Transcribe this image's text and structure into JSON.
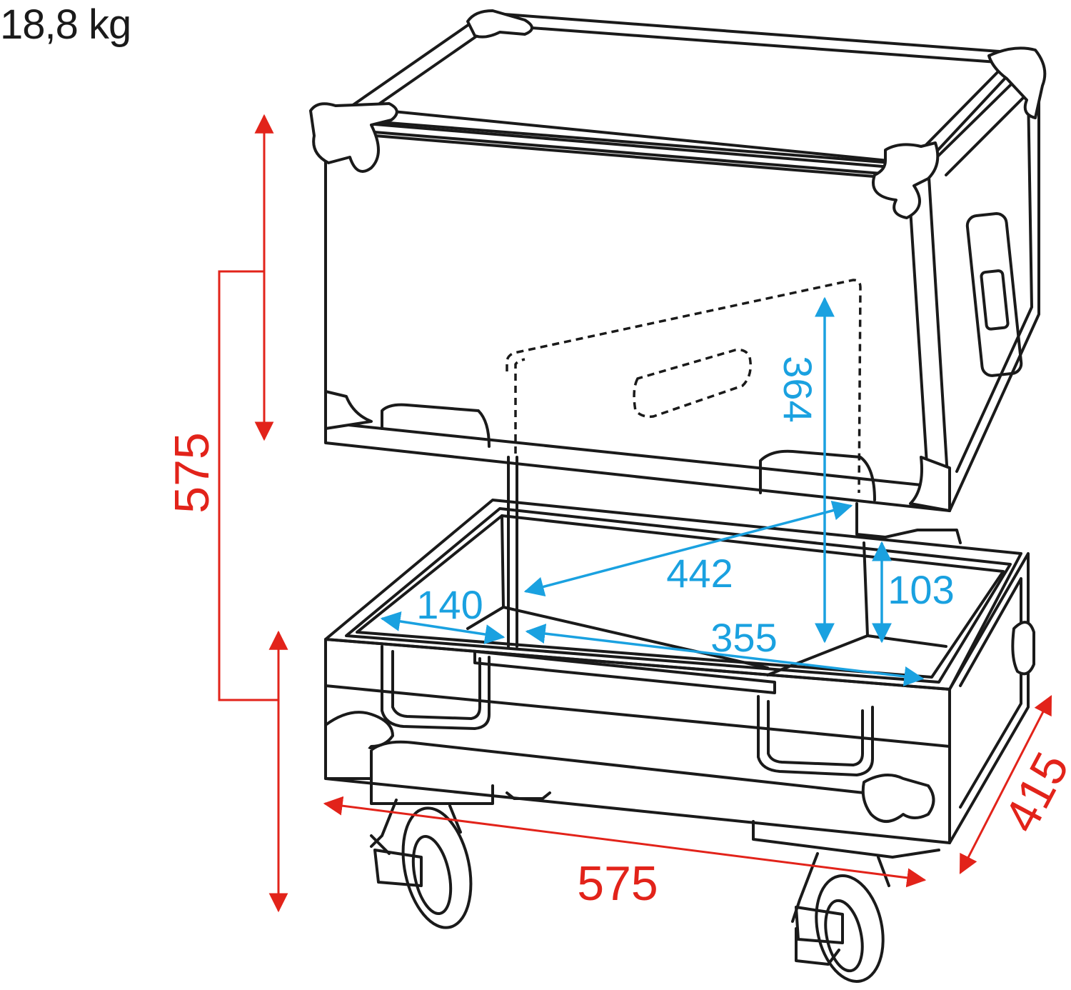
{
  "weight_label": "18,8 kg",
  "colors": {
    "dimension_outer": "#e2231a",
    "dimension_inner": "#1aa1e0",
    "outline": "#1a1a1a"
  },
  "dimensions": {
    "outer_height": "575",
    "outer_length": "575",
    "outer_depth": "415",
    "inner_height": "364",
    "inner_diagonal": "442",
    "inner_length": "355",
    "inner_depth": "140",
    "base_depth": "103"
  }
}
